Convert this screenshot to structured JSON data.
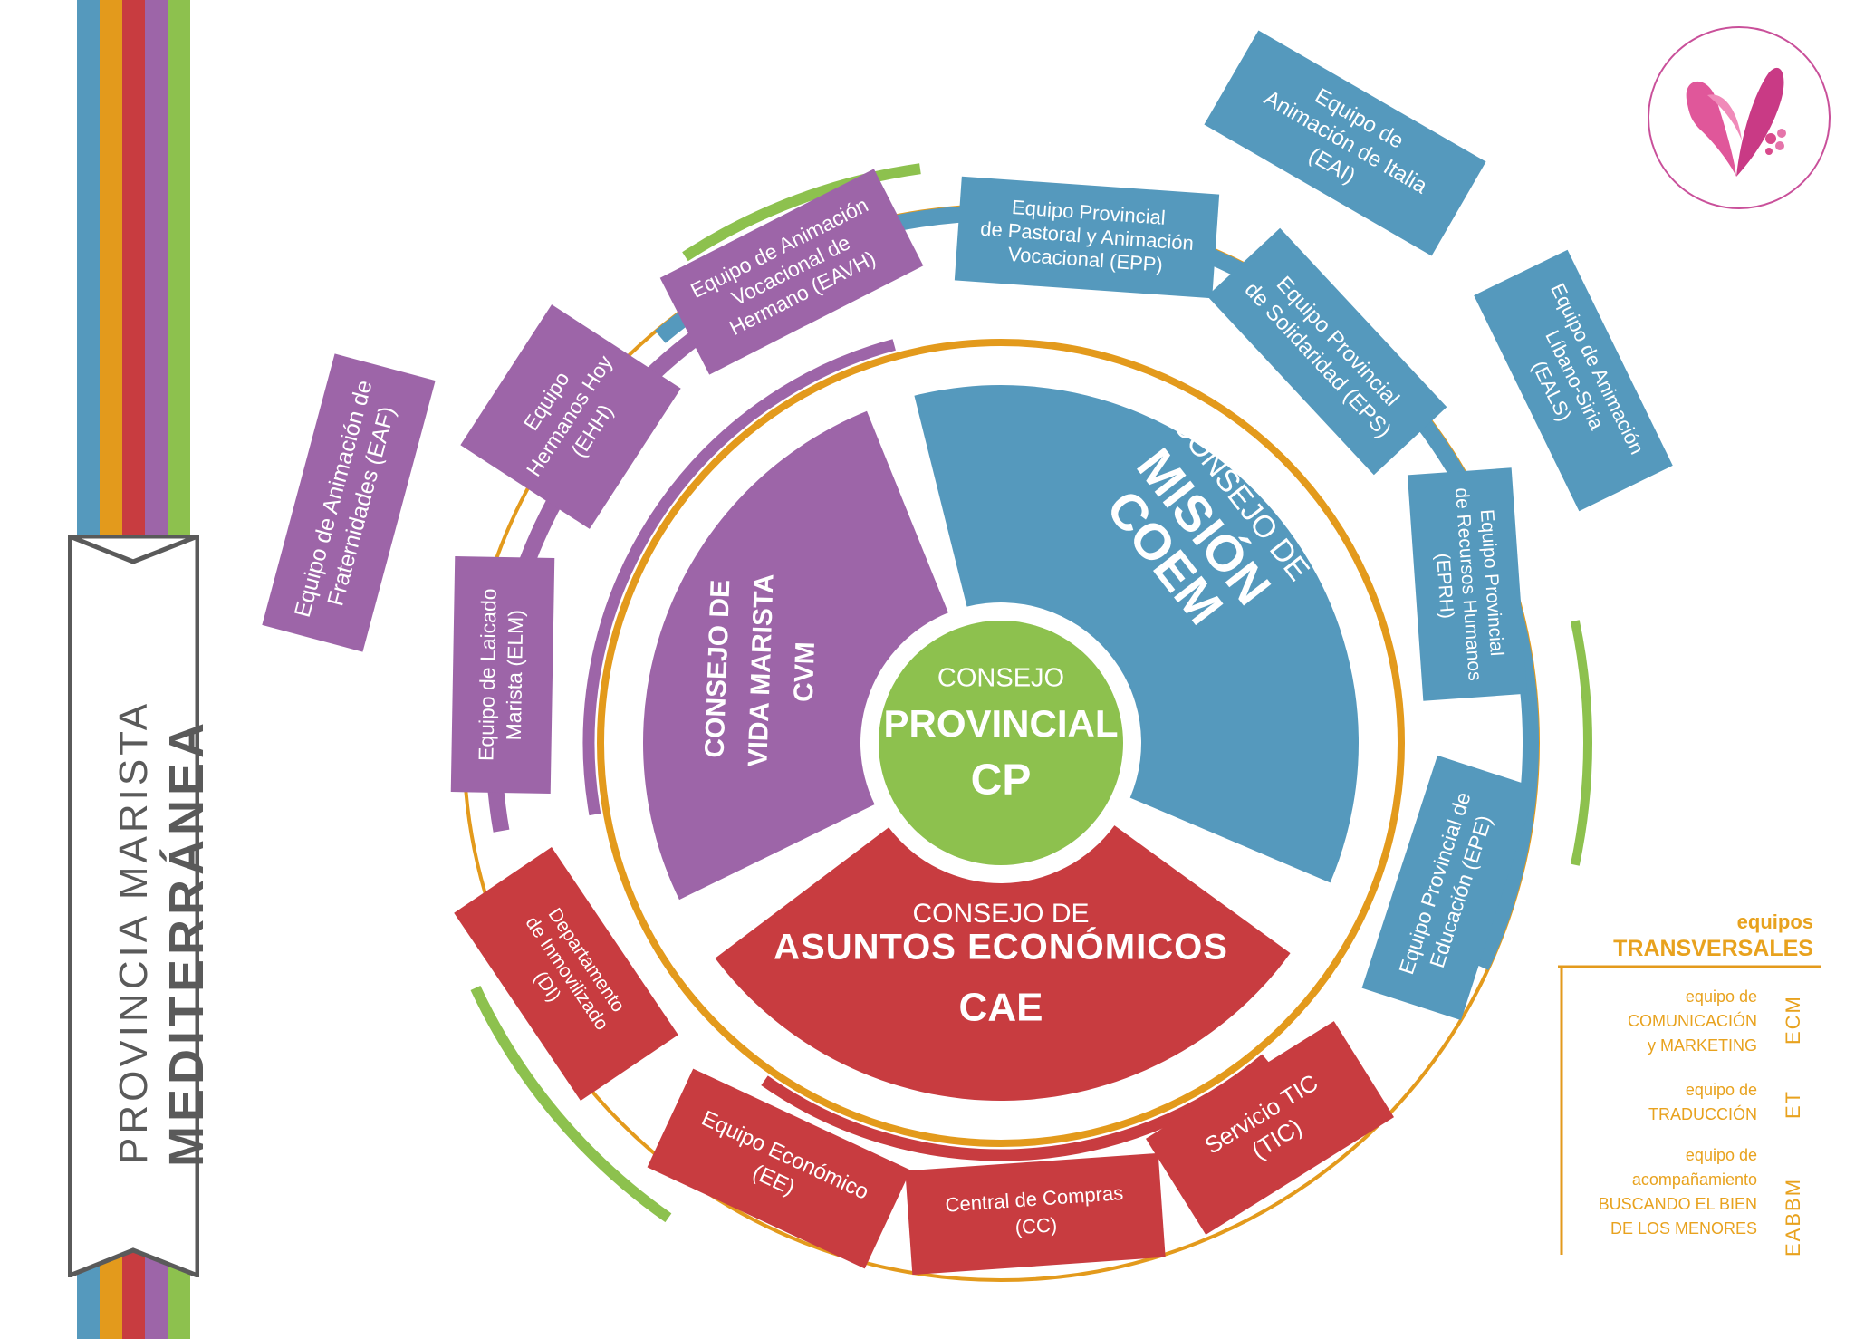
{
  "banner": {
    "line1": "PROVINCIA MARISTA",
    "line2": "MEDITERRÁNEA"
  },
  "center": {
    "label_top": "CONSEJO",
    "label_main": "PROVINCIAL",
    "label_code": "CP"
  },
  "councils": {
    "cvm": {
      "line1": "CONSEJO DE",
      "line2": "VIDA MARISTA",
      "line3": "CVM"
    },
    "coem": {
      "line1": "CONSEJO DE",
      "line2": "MISIÓN",
      "line3": "COEM"
    },
    "cae": {
      "line1": "CONSEJO DE",
      "line2": "ASUNTOS ECONÓMICOS",
      "line3": "CAE"
    }
  },
  "teams": {
    "eaf": [
      "Equipo de Animación de",
      "Fraternidades (EAF)"
    ],
    "ehh": [
      "Equipo",
      "Hermanos Hoy",
      "(EHH)"
    ],
    "elm": [
      "Equipo de Laicado",
      "Marista (ELM)"
    ],
    "eavh": [
      "Equipo de Animación",
      "Vocacional de",
      "Hermano (EAVH)"
    ],
    "epp": [
      "Equipo Provincial",
      "de Pastoral y Animación",
      "Vocacional (EPP)"
    ],
    "eai": [
      "Equipo de",
      "Animación de Italia",
      "(EAI)"
    ],
    "eps": [
      "Equipo Provincial",
      "de Solidaridad (EPS)"
    ],
    "eals": [
      "Equipo de Animación",
      "Líbano-Siria",
      "(EALS)"
    ],
    "eprh": [
      "Equipo Provincial",
      "de Recursos Humanos",
      "(EPRH)"
    ],
    "epe": [
      "Equipo Provincial de",
      "Educación (EPE)"
    ],
    "di": [
      "Departamento",
      "de Inmovilizado",
      "(DI)"
    ],
    "ee": [
      "Equipo Económico",
      "(EE)"
    ],
    "cc": [
      "Central de Compras",
      "(CC)"
    ],
    "tic": [
      "Servicio TIC",
      "(TIC)"
    ]
  },
  "legend": {
    "heading1": "equipos",
    "heading2": "TRANSVERSALES",
    "items": [
      {
        "lines": [
          "equipo de",
          "COMUNICACIÓN",
          "y MARKETING"
        ],
        "code": "ECM"
      },
      {
        "lines": [
          "equipo de",
          "TRADUCCIÓN"
        ],
        "code": "ET"
      },
      {
        "lines": [
          "equipo de",
          "acompañamiento",
          "BUSCANDO EL BIEN",
          "DE LOS MENORES"
        ],
        "code": "EABBM"
      }
    ]
  },
  "colors": {
    "purple": "#9d65a8",
    "blue": "#5599bd",
    "red": "#c83c40",
    "green": "#8dc14e",
    "orange": "#e39a1c",
    "gray": "#5a5a5a",
    "logo_pink": "#d94a8c"
  },
  "icons": {
    "logo": "marist-m-logo"
  }
}
